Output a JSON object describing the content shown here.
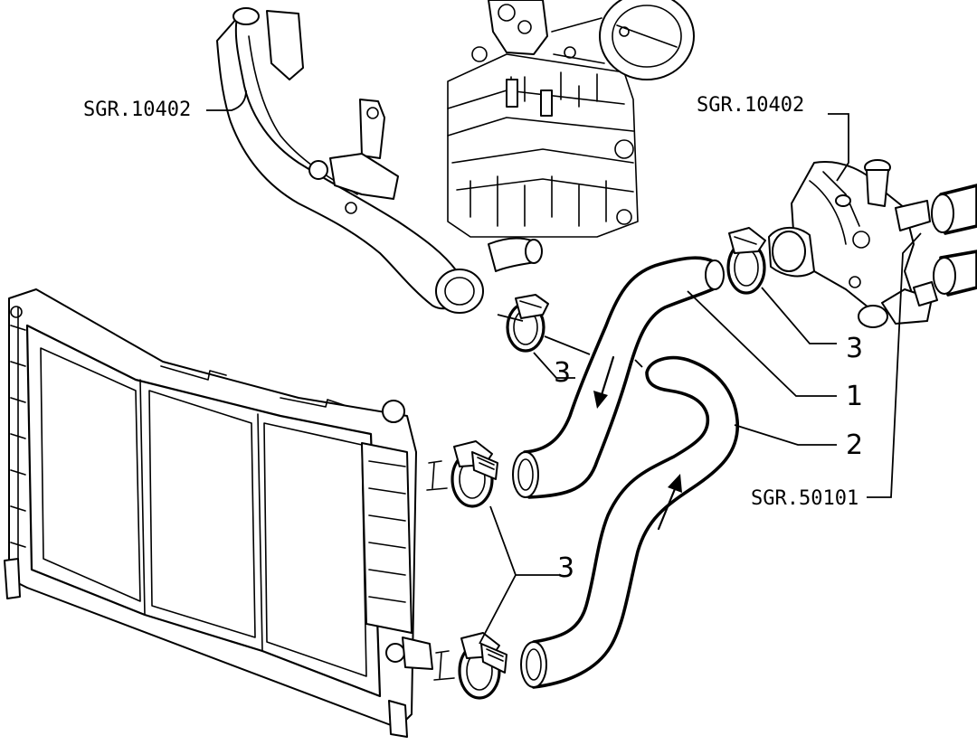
{
  "labels": {
    "ref_top_left": "SGR.10402",
    "ref_top_right": "SGR.10402",
    "ref_right": "SGR.50101",
    "callout_1": "1",
    "callout_2": "2",
    "callout_3_upper_right": "3",
    "callout_3_upper_left": "3",
    "callout_3_lower": "3"
  },
  "icons": [
    "radiator",
    "coolant-pipe",
    "thermostat-housing",
    "engine-block",
    "throttle-body",
    "hose-clamp",
    "flow-arrow"
  ]
}
